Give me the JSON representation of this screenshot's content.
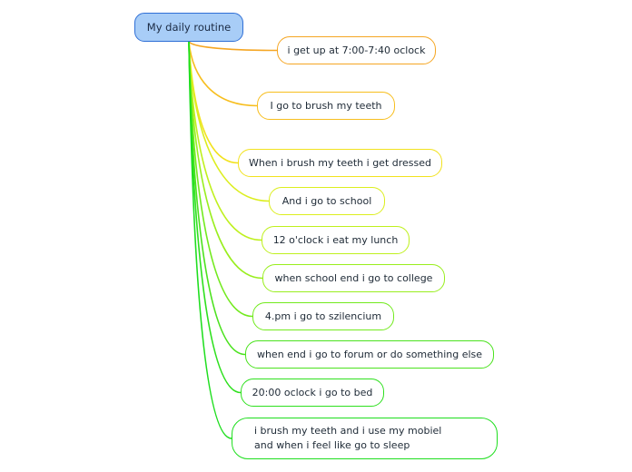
{
  "root": {
    "label": "My daily routine"
  },
  "nodes": [
    {
      "label": "i get up at 7:00-7:40 oclock",
      "color": "#f5a623"
    },
    {
      "label": "I go to brush my teeth",
      "color": "#f7be1e"
    },
    {
      "label": "When i brush my teeth i get dressed",
      "color": "#f2e21e"
    },
    {
      "label": "And i go to school",
      "color": "#dcee1e"
    },
    {
      "label": "12 o'clock i eat my lunch",
      "color": "#bff01e"
    },
    {
      "label": "when school end i go to college",
      "color": "#99ee1e"
    },
    {
      "label": "4.pm i go to szilencium",
      "color": "#72ea1e"
    },
    {
      "label": "when end i go to forum or do something else",
      "color": "#4be21e"
    },
    {
      "label": "20:00 oclock i go to bed",
      "color": "#2ee01e"
    },
    {
      "label": "i brush my teeth and i use my mobiel and when i feel like go to sleep",
      "color": "#1ede1e"
    }
  ]
}
